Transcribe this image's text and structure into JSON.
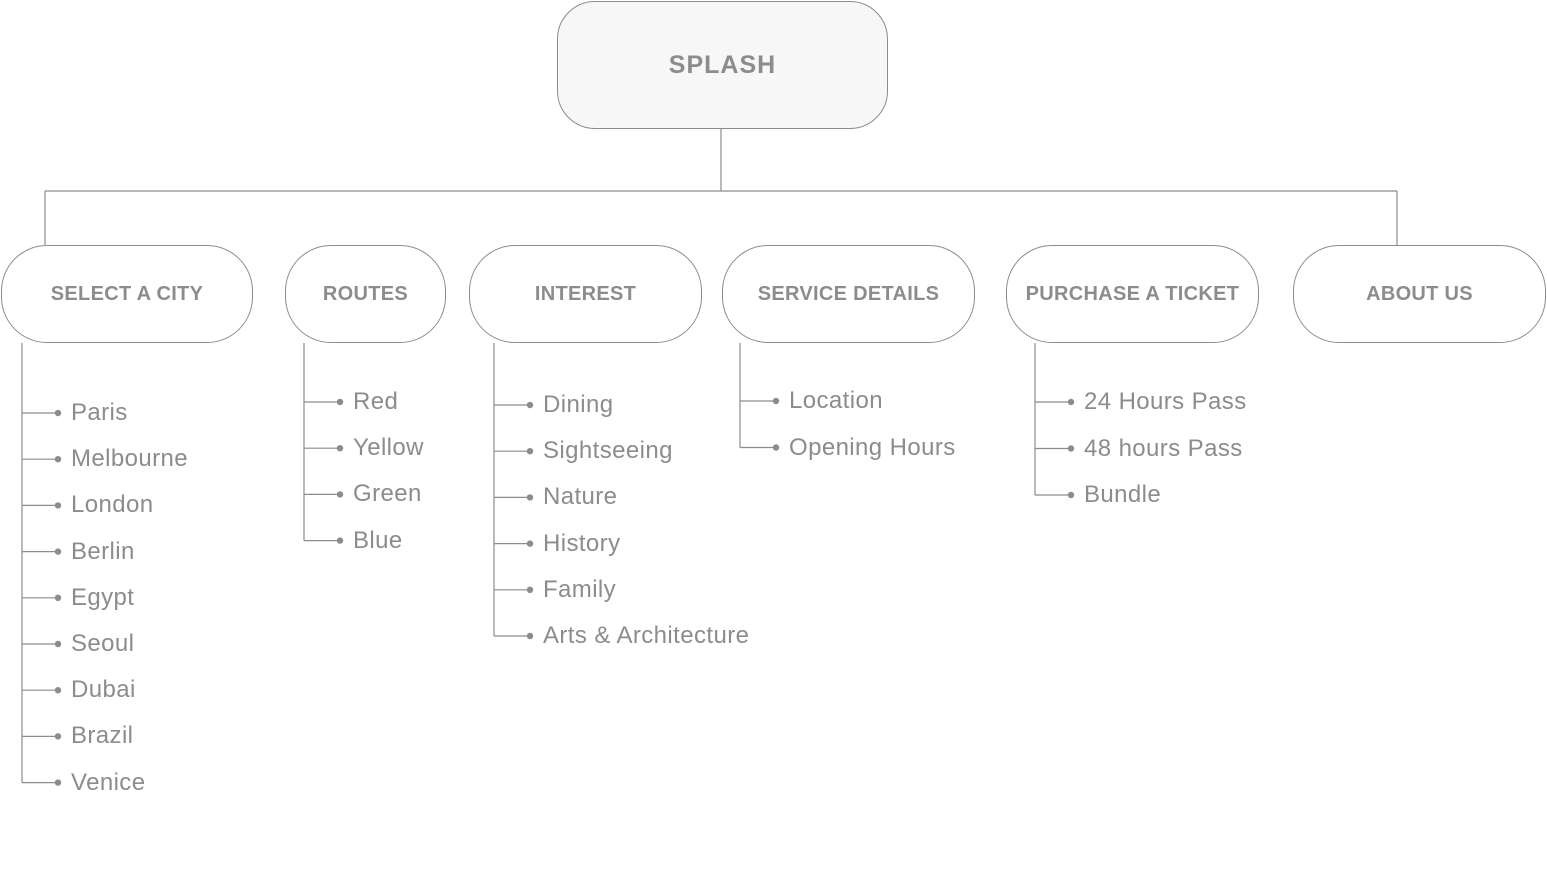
{
  "root": {
    "label": "SPLASH"
  },
  "colors": {
    "line": "#8c8c8c",
    "text": "#8c8c8c",
    "root_fill": "#f6f7f6"
  },
  "categories": [
    {
      "label": "SELECT A CITY",
      "items": [
        "Paris",
        "Melbourne",
        "London",
        "Berlin",
        "Egypt",
        "Seoul",
        "Dubai",
        "Brazil",
        "Venice"
      ]
    },
    {
      "label": "ROUTES",
      "items": [
        "Red",
        "Yellow",
        "Green",
        "Blue"
      ]
    },
    {
      "label": "INTEREST",
      "items": [
        "Dining",
        "Sightseeing",
        "Nature",
        "History",
        "Family",
        "Arts & Architecture"
      ]
    },
    {
      "label": "SERVICE DETAILS",
      "items": [
        "Location",
        "Opening Hours"
      ]
    },
    {
      "label": "PURCHASE A TICKET",
      "items": [
        "24 Hours Pass",
        "48 hours Pass",
        "Bundle"
      ]
    },
    {
      "label": "ABOUT US",
      "items": []
    }
  ]
}
